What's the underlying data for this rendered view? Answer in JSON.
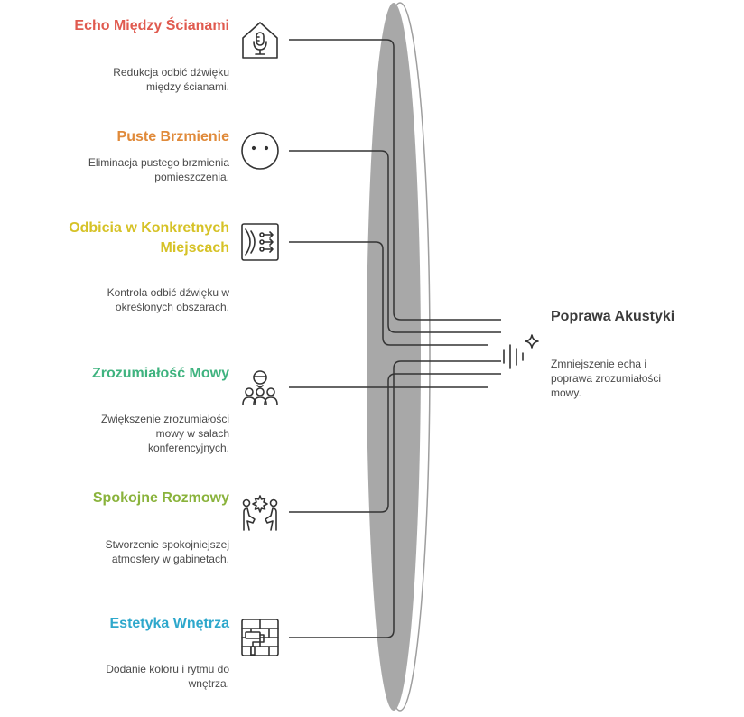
{
  "colors": {
    "ellipse_fill": "#a8a8a8",
    "line": "#333333",
    "echo": "#e05a4f",
    "puste": "#e08a3a",
    "odbicia": "#d6c227",
    "zrozum": "#3fb37f",
    "spokojne": "#8ab33c",
    "estetyka": "#2ea8cc"
  },
  "items": [
    {
      "title": "Echo Między Ścianami",
      "desc": "Redukcja odbić dźwięku między ścianami.",
      "icon": "house-microphone-icon"
    },
    {
      "title": "Puste Brzmienie",
      "desc": "Eliminacja pustego brzmienia pomieszczenia.",
      "icon": "neutral-face-icon"
    },
    {
      "title": "Odbicia w Konkretnych Miejscach",
      "desc": "Kontrola odbić dźwięku w określonych obszarach.",
      "icon": "sound-reflection-panel-icon"
    },
    {
      "title": "Zrozumiałość Mowy",
      "desc": "Zwiększenie zrozumiałości mowy w salach konferencyjnych.",
      "icon": "conference-people-icon"
    },
    {
      "title": "Spokojne Rozmowy",
      "desc": "Stworzenie spokojniejszej atmosfery w gabinetach.",
      "icon": "calm-conversation-icon"
    },
    {
      "title": "Estetyka Wnętrza",
      "desc": "Dodanie koloru i rytmu do wnętrza.",
      "icon": "paint-roller-wall-icon"
    }
  ],
  "target": {
    "title": "Poprawa Akustyki",
    "desc": "Zmniejszenie echa i poprawa zrozumiałości mowy.",
    "icon": "sound-wave-sparkle-icon"
  }
}
